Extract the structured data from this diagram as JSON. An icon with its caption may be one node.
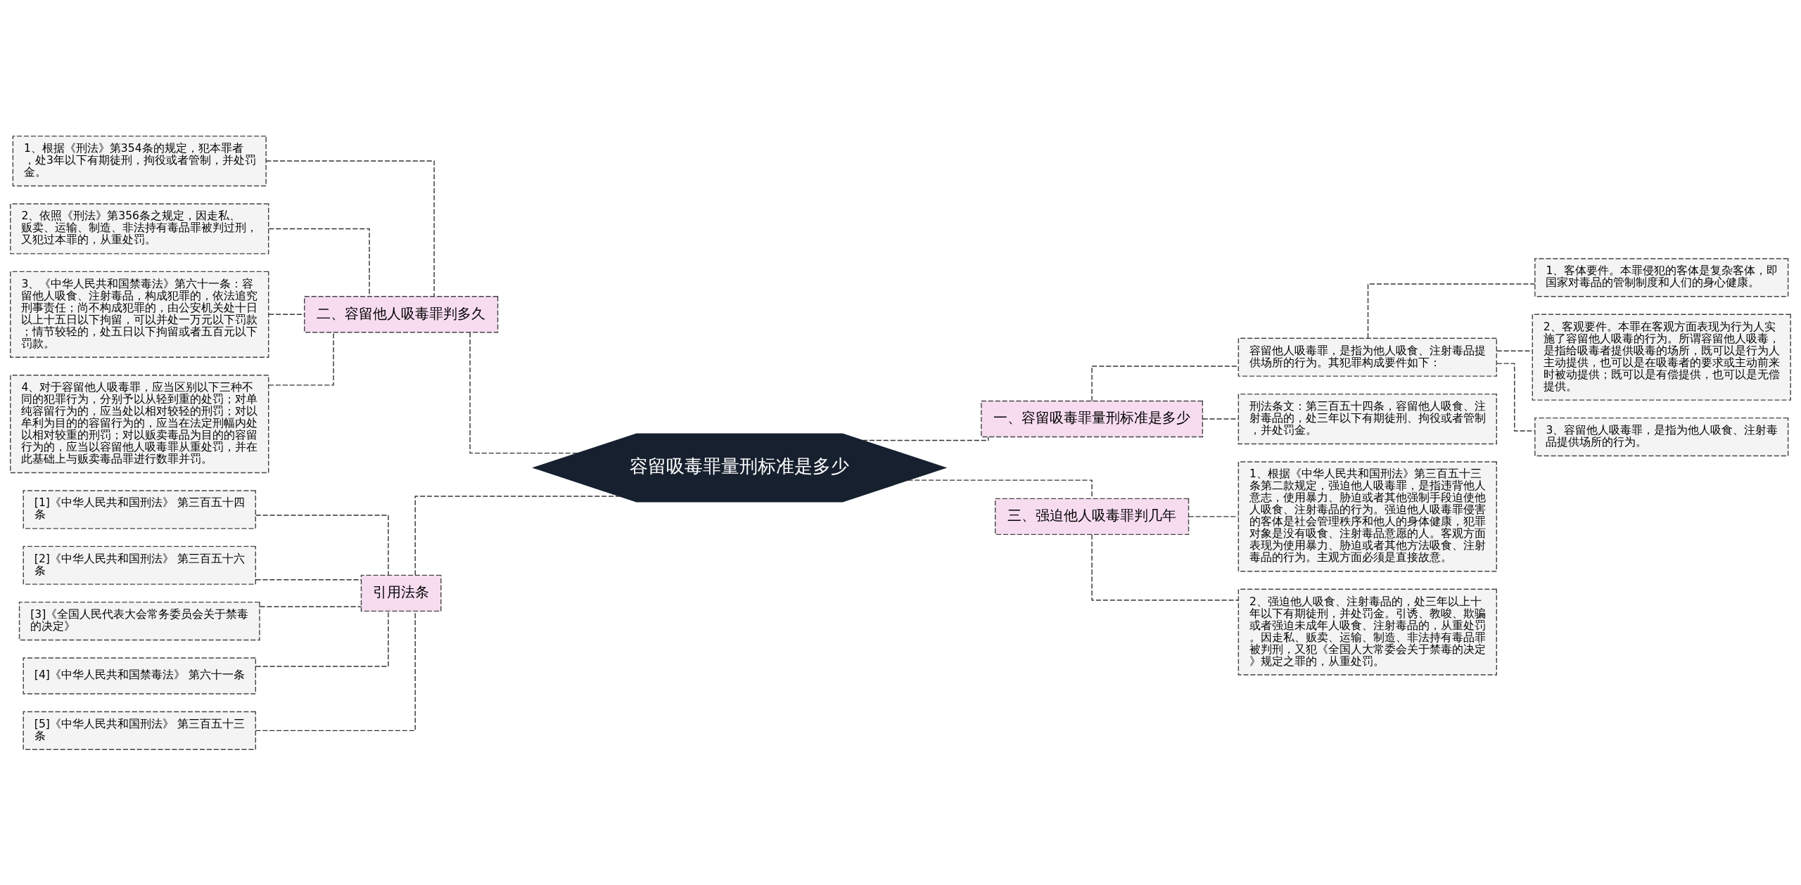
{
  "diagram": {
    "nodes": [
      {
        "text": [
          "容留吸毒罪量刑标准是多少"
        ]
      },
      {
        "text": [
          "一、容留吸毒罪量刑标准是多少"
        ]
      },
      {
        "text": [
          "容留他人吸毒罪，是指为他人吸食、注射毒品提供场所的行为。其犯罪构成要件如下："
        ]
      },
      {
        "text": [
          "1、客体要件。本罪侵犯的客体是复杂客体，即国家对毒品的管制制度和人们的身心健康。"
        ]
      },
      {
        "text": [
          "2、客观要件。本罪在客观方面表现为行为人实施了容留他人吸毒的行为。所谓容留他人吸毒，是指给吸毒者提供吸毒的场所，既可以是行为人主动提供，也可以是在吸毒者的要求或主动前来时被动提供；既可以是有偿提供，也可以是无偿提供。"
        ]
      },
      {
        "text": [
          "3、容留他人吸毒罪，是指为他人吸食、注射毒品提供场所的行为。"
        ]
      },
      {
        "text": [
          "刑法条文：第三百五十四条，容留他人吸食、注射毒品的，处三年以下有期徒刑、拘役或者管制，并处罚金。"
        ]
      },
      {
        "text": [
          "二、容留他人吸毒罪判多久"
        ]
      },
      {
        "text": [
          "1、根据《刑法》第354条的规定，犯本罪者，处3年以下有期徒刑，拘役或者管制，并处罚金。"
        ]
      },
      {
        "text": [
          "2、依照《刑法》第356条之规定，因走私、贩卖、运输、制造、非法持有毒品罪被判过刑，又犯过本罪的，从重处罚。"
        ]
      },
      {
        "text": [
          "3、《中华人民共和国禁毒法》第六十一条：容留他人吸食、注射毒品，构成犯罪的，依法追究刑事责任；尚不构成犯罪的，由公安机关处十日以上十五日以下拘留，可以并处一万元以下罚款；情节较轻的，处五日以下拘留或者五百元以下罚款。"
        ]
      },
      {
        "text": [
          "4、对于容留他人吸毒罪，应当区别以下三种不同的犯罪行为，分别予以从轻到重的处罚；对单纯容留行为的，应当处以相对较轻的刑罚；对以牟利为目的的容留行为的，应当在法定刑幅内处以相对较重的刑罚；对以贩卖毒品为目的的容留行为的，应当以容留他人吸毒罪从重处罚，并在此基础上与贩卖毒品罪进行数罪并罚。"
        ]
      },
      {
        "text": [
          "三、强迫他人吸毒罪判几年"
        ]
      },
      {
        "text": [
          "1、根据《中华人民共和国刑法》第三百五十三条第二款规定，强迫他人吸毒罪，是指违背他人意志，使用暴力、胁迫或者其他强制手段迫使他人吸食、注射毒品的行为。强迫他人吸毒罪侵害的客体是社会管理秩序和他人的身体健康，犯罪对象是没有吸食、注射毒品意愿的人。客观方面表现为使用暴力、胁迫或者其他方法吸食、注射毒品的行为。主观方面必须是直接故意。"
        ]
      },
      {
        "text": [
          "2、强迫他人吸食、注射毒品的，处三年以上十年以下有期徒刑，并处罚金。引诱、教唆、欺骗或者强迫未成年人吸食、注射毒品的，从重处罚。因走私、贩卖、运输、制造、非法持有毒品罪被判刑，又犯《全国人大常委会关于禁毒的决定》规定之罪的，从重处罚。"
        ]
      },
      {
        "text": [
          "引用法条"
        ]
      },
      {
        "text": [
          "[1]《中华人民共和国刑法》 第三百五十四条"
        ]
      },
      {
        "text": [
          "[2]《中华人民共和国刑法》 第三百五十六条"
        ]
      },
      {
        "text": [
          "[3]《全国人民代表大会常务委员会关于禁毒的决定》"
        ]
      },
      {
        "text": [
          "[4]《中华人民共和国禁毒法》 第六十一条"
        ]
      },
      {
        "text": [
          "[5]《中华人民共和国刑法》 第三百五十三条"
        ]
      }
    ],
    "edges": [
      {
        "from": 0,
        "to": 1,
        "arrow": "none",
        "style": "dashed"
      },
      {
        "from": 1,
        "to": 2,
        "arrow": "none",
        "style": "dashed"
      },
      {
        "from": 2,
        "to": 3,
        "arrow": "none",
        "style": "dashed"
      },
      {
        "from": 2,
        "to": 4,
        "arrow": "none",
        "style": "dashed"
      },
      {
        "from": 2,
        "to": 5,
        "arrow": "none",
        "style": "dashed"
      },
      {
        "from": 1,
        "to": 6,
        "arrow": "none",
        "style": "dashed"
      },
      {
        "from": 0,
        "to": 7,
        "arrow": "none",
        "style": "dashed"
      },
      {
        "from": 7,
        "to": 8,
        "arrow": "none",
        "style": "dashed"
      },
      {
        "from": 7,
        "to": 9,
        "arrow": "none",
        "style": "dashed"
      },
      {
        "from": 7,
        "to": 10,
        "arrow": "none",
        "style": "dashed"
      },
      {
        "from": 7,
        "to": 11,
        "arrow": "none",
        "style": "dashed"
      },
      {
        "from": 0,
        "to": 12,
        "arrow": "none",
        "style": "dashed"
      },
      {
        "from": 12,
        "to": 13,
        "arrow": "none",
        "style": "dashed"
      },
      {
        "from": 12,
        "to": 14,
        "arrow": "none",
        "style": "dashed"
      },
      {
        "from": 0,
        "to": 15,
        "arrow": "none",
        "style": "dashed"
      },
      {
        "from": 15,
        "to": 16,
        "arrow": "none",
        "style": "dashed"
      },
      {
        "from": 15,
        "to": 17,
        "arrow": "none",
        "style": "dashed"
      },
      {
        "from": 15,
        "to": 18,
        "arrow": "none",
        "style": "dashed"
      },
      {
        "from": 15,
        "to": 19,
        "arrow": "none",
        "style": "dashed"
      },
      {
        "from": 15,
        "to": 20,
        "arrow": "none",
        "style": "dashed"
      }
    ]
  }
}
